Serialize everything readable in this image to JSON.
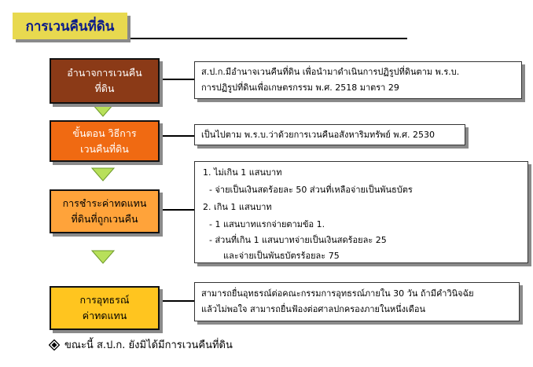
{
  "title": "การเวนคืนที่ดิน",
  "steps": [
    {
      "label": "อำนาจการเวนคืน\nที่ดิน",
      "color": "#8b3a17"
    },
    {
      "label": "ขั้นตอน วิธีการ\nเวนคืนที่ดิน",
      "color": "#f06a12"
    },
    {
      "label": "การชำระค่าทดแทน\nที่ดินที่ถูกเวนคืน",
      "color": "#ffa33a"
    },
    {
      "label": "การอุทธรณ์\nค่าทดแทน",
      "color": "#ffc51f"
    }
  ],
  "details": {
    "authority": [
      "ส.ป.ก.มีอำนาจเวนคืนที่ดิน เพื่อนำมาดำเนินการปฏิรูปที่ดินตาม พ.ร.บ.",
      "การปฏิรูปที่ดินเพื่อเกษตรกรรม พ.ศ. 2518 มาตรา 29"
    ],
    "procedure": "เป็นไปตาม พ.ร.บ.ว่าด้วยการเวนคืนอสังหาริมทรัพย์ พ.ศ. 2530",
    "payment": [
      "1.   ไม่เกิน 1  แสนบาท",
      "-  จ่ายเป็นเงินสดร้อยละ 50 ส่วนที่เหลือจ่ายเป็นพันธบัตร",
      "2.   เกิน 1 แสนบาท",
      "-  1  แสนบาทแรกจ่ายตามข้อ 1.",
      "-  ส่วนที่เกิน 1 แสนบาทจ่ายเป็นเงินสดร้อยละ 25",
      "และจ่ายเป็นพันธบัตรร้อยละ 75"
    ],
    "appeal": [
      "สามารถยื่นอุทธรณ์ต่อคณะกรรมการอุทธรณ์ภายใน 30 วัน ถ้ามีคำวินิจฉัย",
      "แล้วไม่พอใจ สามารถยื่นฟ้องต่อศาลปกครองภายในหนึ่งเดือน"
    ]
  },
  "footnote": "ขณะนี้ ส.ป.ก. ยังมิได้มีการเวนคืนที่ดิน",
  "icons": {
    "arrow": "down-arrow-icon",
    "bullet": "diamond-bullet-icon"
  },
  "colors": {
    "title_bg": "#e8d94f",
    "title_text": "#0a1a8a",
    "arrow": "#b8e05a"
  }
}
